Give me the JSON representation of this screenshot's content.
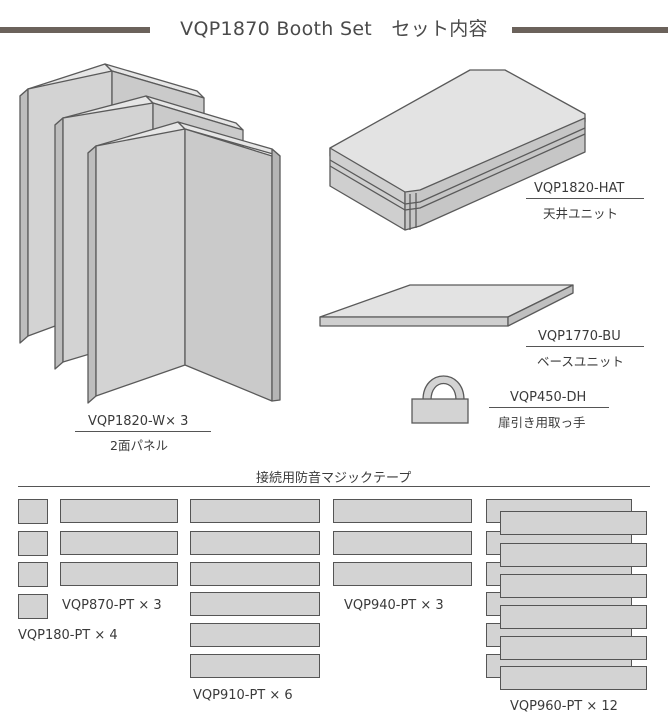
{
  "title": "VQP1870 Booth Set　セット内容",
  "colors": {
    "bar": "#6b625b",
    "panel_fill": "#d3d3d3",
    "panel_edge": "#5a5a5a",
    "tape_fill": "#d3d3d3"
  },
  "items": {
    "panels": {
      "code": "VQP1820-W× 3",
      "name": "2面パネル"
    },
    "ceiling": {
      "code": "VQP1820-HAT",
      "name": "天井ユニット"
    },
    "base": {
      "code": "VQP1770-BU",
      "name": "ベースユニット"
    },
    "handle": {
      "code": "VQP450-DH",
      "name": "扉引き用取っ手"
    }
  },
  "tape_section": {
    "heading": "接続用防音マジックテープ",
    "groups": [
      {
        "label": "VQP180-PT × 4",
        "count": 4
      },
      {
        "label": "VQP870-PT × 3",
        "count": 3
      },
      {
        "label": "VQP910-PT × 6",
        "count": 6
      },
      {
        "label": "VQP940-PT × 3",
        "count": 3
      },
      {
        "label": "VQP960-PT × 12",
        "count": 12
      }
    ]
  }
}
